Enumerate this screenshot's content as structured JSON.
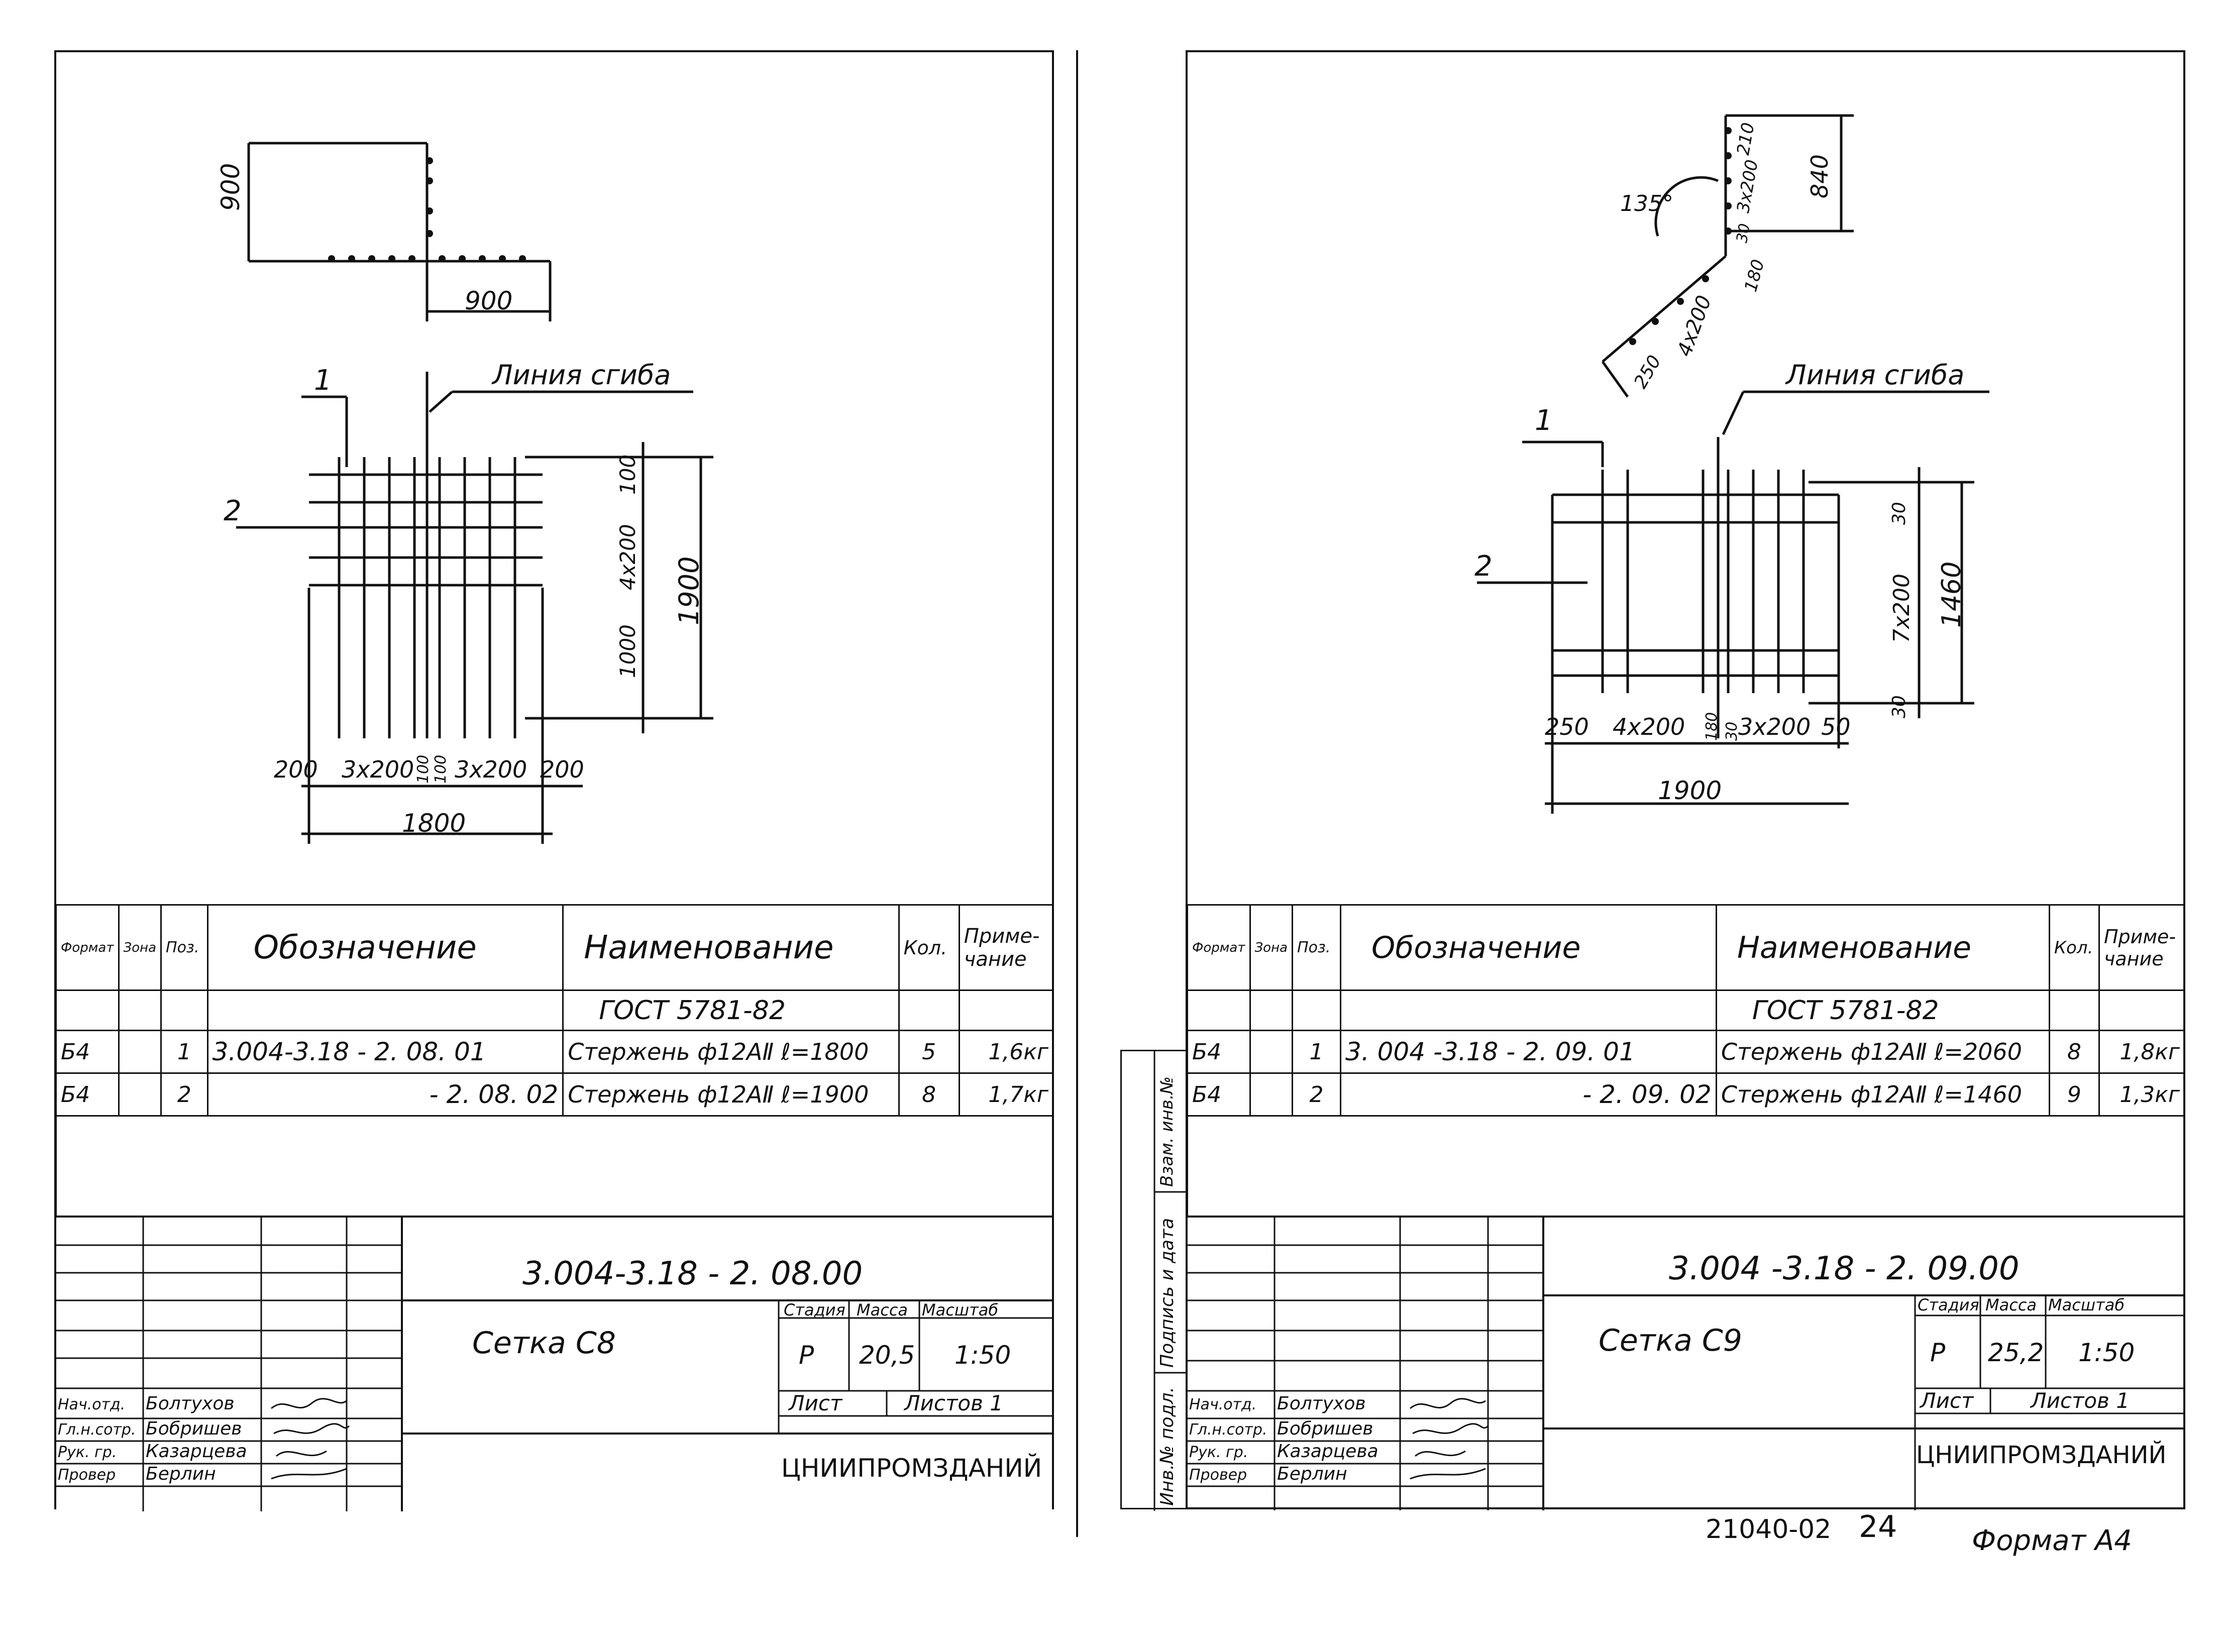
{
  "left": {
    "drawing": {
      "dim_900_v": "900",
      "dim_900_h": "900",
      "callout_1": "1",
      "callout_2": "2",
      "fold_line": "Линия сгиба",
      "dim_top": "100",
      "dim_4x200": "4х200",
      "dim_1000": "1000",
      "dim_1900": "1900",
      "bottom_dims": [
        "200",
        "3х200",
        "100",
        "100",
        "3х200",
        "200"
      ],
      "dim_1800": "1800"
    },
    "spec": {
      "headers": {
        "format": "Формат",
        "zone": "Зона",
        "pos": "Поз.",
        "designation": "Обозначение",
        "name": "Наименование",
        "qty": "Кол.",
        "note": "Приме-чание"
      },
      "gost": "ГОСТ 5781-82",
      "rows": [
        {
          "format": "Б4",
          "pos": "1",
          "designation": "3.004-3.18 - 2. 08. 01",
          "name": "Стержень ф12АⅡ ℓ=1800",
          "qty": "5",
          "note": "1,6кг"
        },
        {
          "format": "Б4",
          "pos": "2",
          "designation": "- 2. 08. 02",
          "name": "Стержень ф12АⅡ ℓ=1900",
          "qty": "8",
          "note": "1,7кг"
        }
      ]
    },
    "stamp": {
      "code": "3.004-3.18 - 2. 08.00",
      "title": "Сетка С8",
      "stage_label": "Стадия",
      "mass_label": "Масса",
      "scale_label": "Масштаб",
      "stage": "Р",
      "mass": "20,5",
      "scale": "1:50",
      "sheet_label": "Лист",
      "sheets_label": "Листов 1",
      "org": "ЦНИИПРОМЗДАНИЙ",
      "people": [
        {
          "role": "Нач.отд.",
          "name": "Болтухов"
        },
        {
          "role": "Гл.н.сотр.",
          "name": "Бобришев"
        },
        {
          "role": "Рук. гр.",
          "name": "Казарцева"
        },
        {
          "role": "Провер",
          "name": "Берлин"
        }
      ]
    }
  },
  "right": {
    "drawing": {
      "angle": "135°",
      "dim_210": "210",
      "dim_3x200": "3х200",
      "dim_30": "30",
      "dim_840": "840",
      "dim_180": "180",
      "dim_4x200": "4х200",
      "dim_250": "250",
      "callout_1": "1",
      "callout_2": "2",
      "fold_line": "Линия сгиба",
      "dim_30_top": "30",
      "dim_7x200": "7х200",
      "dim_1460": "1460",
      "dim_30_bottom": "30",
      "bottom_dims": [
        "250",
        "4х200",
        "180",
        "30",
        "3х200",
        "50"
      ],
      "dim_1900": "1900"
    },
    "spec": {
      "headers": {
        "format": "Формат",
        "zone": "Зона",
        "pos": "Поз.",
        "designation": "Обозначение",
        "name": "Наименование",
        "qty": "Кол.",
        "note": "Приме-чание"
      },
      "gost": "ГОСТ 5781-82",
      "rows": [
        {
          "format": "Б4",
          "pos": "1",
          "designation": "3. 004 -3.18 - 2. 09. 01",
          "name": "Стержень ф12АⅡ ℓ=2060",
          "qty": "8",
          "note": "1,8кг"
        },
        {
          "format": "Б4",
          "pos": "2",
          "designation": "- 2. 09. 02",
          "name": "Стержень ф12АⅡ ℓ=1460",
          "qty": "9",
          "note": "1,3кг"
        }
      ]
    },
    "stamp": {
      "code": "3.004 -3.18 - 2. 09.00",
      "title": "Сетка С9",
      "stage_label": "Стадия",
      "mass_label": "Масса",
      "scale_label": "Масштаб",
      "stage": "Р",
      "mass": "25,2",
      "scale": "1:50",
      "sheet_label": "Лист",
      "sheets_label": "Листов 1",
      "org": "ЦНИИПРОМЗДАНИЙ",
      "people": [
        {
          "role": "Нач.отд.",
          "name": "Болтухов"
        },
        {
          "role": "Гл.н.сотр.",
          "name": "Бобришев"
        },
        {
          "role": "Рук. гр.",
          "name": "Казарцева"
        },
        {
          "role": "Провер",
          "name": "Берлин"
        }
      ]
    },
    "side_labels": [
      "Инв.№ подл.",
      "Подпись и дата",
      "Взам. инв.№"
    ]
  },
  "footer": {
    "doc_number": "21040-02",
    "page": "24",
    "format": "Формат А4"
  }
}
